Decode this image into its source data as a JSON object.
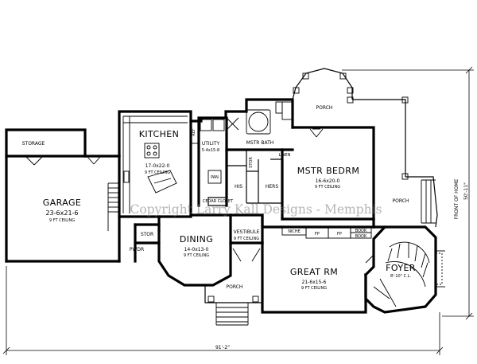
{
  "watermark": "Copyright Larry Kall Designs - Memphis",
  "rooms": {
    "kitchen": {
      "name": "KITCHEN",
      "size": "17-0x22-0",
      "ceiling": "9 FT CEILING"
    },
    "utility": {
      "name": "UTILITY",
      "size": "5-4x15-8"
    },
    "mstr_bath": {
      "name": "MSTR BATH"
    },
    "mstr_bedrm": {
      "name": "MSTR BEDRM",
      "size": "16-6x20-0",
      "ceiling": "9 FT CEILING"
    },
    "his": {
      "name": "HIS"
    },
    "hers": {
      "name": "HERS"
    },
    "cedar_closet": {
      "name": "CEDAR CLOSET"
    },
    "garage": {
      "name": "GARAGE",
      "size": "23-6x21-6",
      "ceiling": "9 FT CEILING"
    },
    "storage": {
      "name": "STORAGE"
    },
    "stor": {
      "name": "STOR"
    },
    "pwdr": {
      "name": "PWDR"
    },
    "dining": {
      "name": "DINING",
      "size": "14-0x13-0",
      "ceiling": "9 FT CEILING"
    },
    "vestibule": {
      "name": "VESTIBULE",
      "ceiling": "9 FT CEILING"
    },
    "great_rm": {
      "name": "GREAT RM",
      "size": "21-6x15-6",
      "ceiling": "9 FT CEILING"
    },
    "foyer": {
      "name": "FOYER",
      "size": "8'-10\" C.L."
    },
    "porch_top": {
      "name": "PORCH"
    },
    "porch_right": {
      "name": "PORCH"
    },
    "porch_bottom": {
      "name": "PORCH"
    }
  },
  "fixtures": {
    "linen": "LINEN",
    "niche": "NICHE",
    "fireplace_left": "FP",
    "fireplace_right": "FP",
    "bookcase_top": "BOOK",
    "bookcase_bottom": "BOOK",
    "pantry": "PAN",
    "stor_small": "STOR",
    "ref": "REF"
  },
  "dimensions": {
    "overall_width": "91'-2\"",
    "overall_depth": "50'-11\"",
    "front_label": "FRONT OF HOME"
  }
}
